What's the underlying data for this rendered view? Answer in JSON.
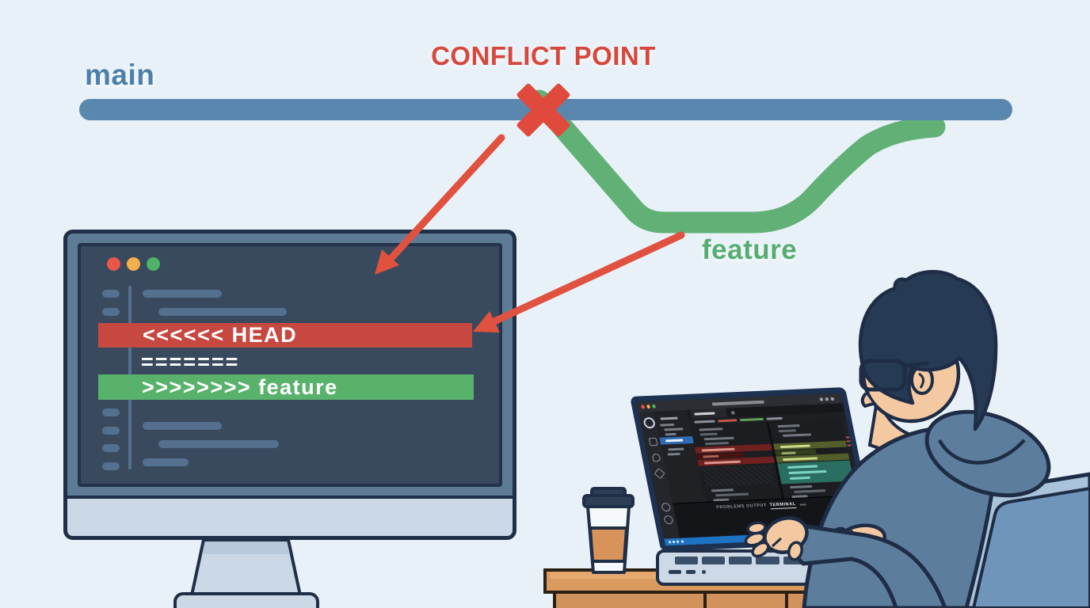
{
  "labels": {
    "conflict_point": "CONFLICT POINT",
    "main_branch": "main",
    "feature_branch": "feature"
  },
  "monitor": {
    "code_conflict": {
      "current_change": "<<<<<< HEAD",
      "separator": "=======",
      "incoming_change": ">>>>>>>> feature"
    },
    "traffic_lights": [
      "#e8574a",
      "#f4b04b",
      "#4db368"
    ]
  },
  "laptop": {
    "editor_panel_tabs": [
      "PROBLEMS",
      "OUTPUT",
      "TERMINAL"
    ],
    "active_panel_tab": "TERMINAL"
  },
  "colors": {
    "background": "#e9f1f8",
    "main_branch": "#5987ad",
    "feature_branch": "#61b176",
    "conflict_red": "#e0513f",
    "main_label": "#4c80aa",
    "feature_label": "#55ad72",
    "monitor_screen": "#394a5f",
    "removed_line": "#c64840",
    "added_line": "#58b26b",
    "status_bar": "#1e72c2",
    "desk_wood": "#db9a60",
    "hoodie": "#5d7d9c",
    "skin": "#f4c9a1",
    "hair": "#263a54"
  }
}
